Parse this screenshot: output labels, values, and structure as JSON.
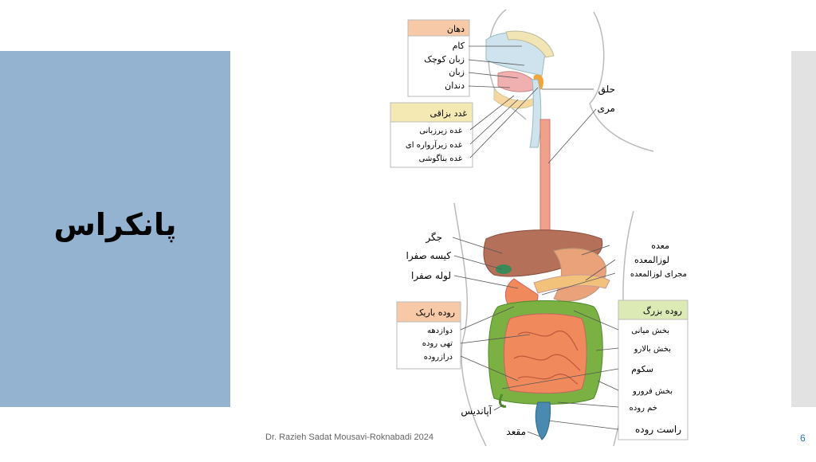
{
  "slide": {
    "title": "پانکراس",
    "footer": "Dr. Razieh Sadat Mousavi-Roknabadi 2024",
    "page_number": "6"
  },
  "diagram": {
    "boxes": {
      "mouth": {
        "title": "دهان",
        "items": [
          "کام",
          "زبان کوچک",
          "زبان",
          "دندان"
        ]
      },
      "salivary": {
        "title": "غدد بزاقی",
        "items": [
          "غده زیرزبانی",
          "غده زیرآرواره ای",
          "غده بناگوشی"
        ]
      },
      "small_intestine": {
        "title": "روده باریک",
        "items": [
          "دوازدهه",
          "تهی روده",
          "درازروده"
        ]
      },
      "large_intestine": {
        "title": "روده بزرگ",
        "items": [
          "بخش میانی",
          "بخش بالارو",
          "سکوم",
          "بخش فرورو",
          "خم روده",
          "راست روده"
        ]
      }
    },
    "labels": {
      "pharynx": "حلق",
      "esophagus": "مری",
      "liver": "جگر",
      "gallbladder": "کیسه صفرا",
      "bile_duct": "لوله صفرا",
      "stomach": "معده",
      "pancreas": "لوزالمعده",
      "pancreatic_duct": "مجرای لوزالمعده",
      "appendix": "آپاندیس",
      "anus": "مقعد"
    },
    "colors": {
      "mouth_box": "#f7c9a6",
      "salivary_box": "#f4e9b3",
      "small_box": "#f7c9a6",
      "large_box": "#dcebb5",
      "liver": "#b5705a",
      "stomach": "#e9a27a",
      "small_intestine": "#f08a5d",
      "large_intestine": "#7bb043",
      "esophagus": "#f0a18a"
    }
  }
}
